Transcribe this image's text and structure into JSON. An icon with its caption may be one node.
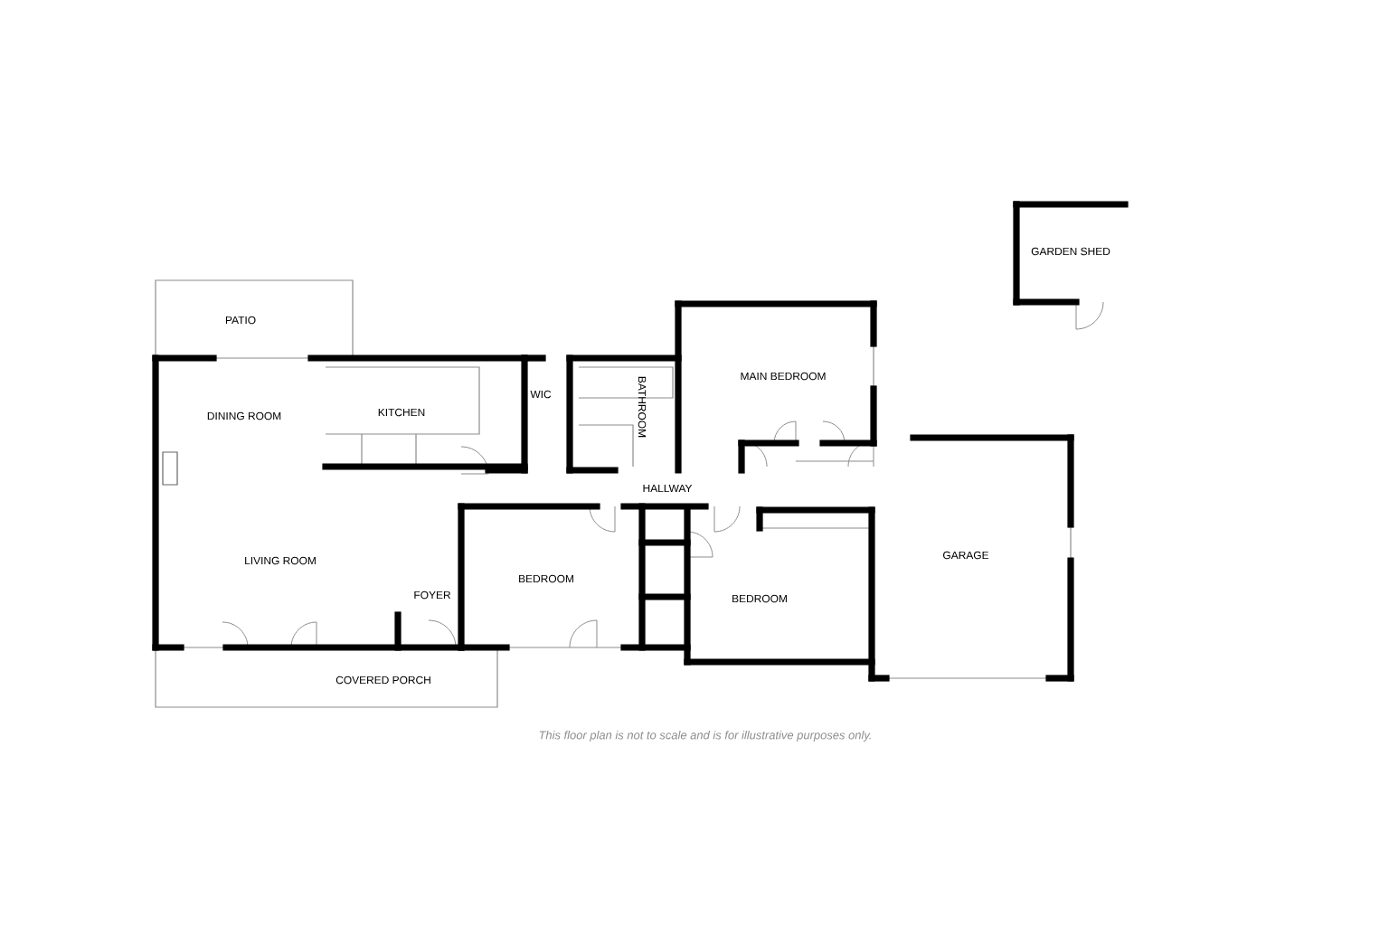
{
  "diagram": {
    "caption": "This floor plan is not to scale and is for illustrative purposes only.",
    "labels": [
      "GARDEN SHED",
      "PATIO",
      "MAIN BEDROOM",
      "DINING ROOM",
      "KITCHEN",
      "WIC",
      "BATHROOM",
      "HALLWAY",
      "LIVING ROOM",
      "GARAGE",
      "BEDROOM",
      "FOYER",
      "BEDROOM",
      "COVERED PORCH"
    ]
  }
}
